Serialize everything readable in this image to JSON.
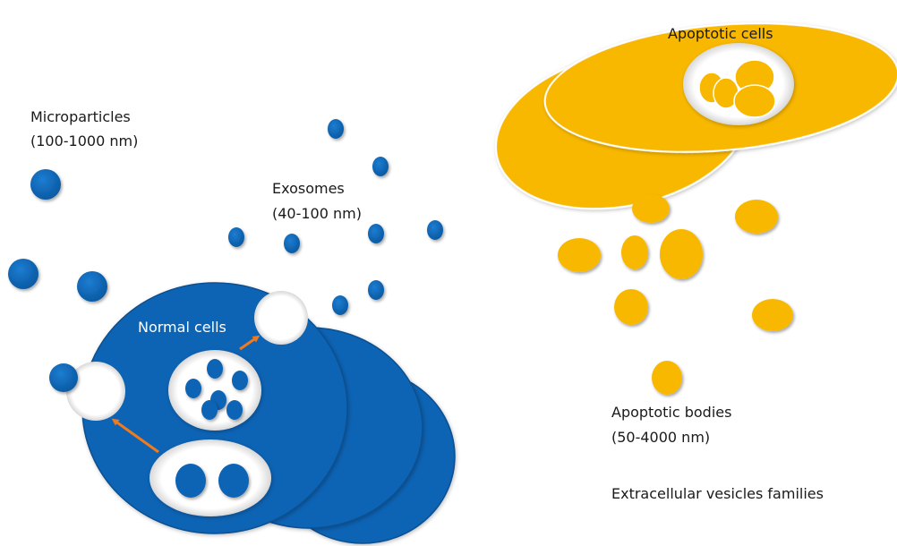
{
  "labels": {
    "microparticles_name": "Microparticles",
    "microparticles_size": "(100-1000 nm)",
    "exosomes_name": "Exosomes",
    "exosomes_size": "(40-100 nm)",
    "normal_cells": "Normal cells",
    "apoptotic_cells": "Apoptotic cells",
    "apoptotic_bodies_name": "Apoptotic bodies",
    "apoptotic_bodies_size": "(50-4000 nm)",
    "footer_title": "Extracellular vesicles families"
  },
  "colors": {
    "normal_cell_blue": "#0a63b4",
    "normal_cell_edge": "#08508f",
    "apoptotic_yellow": "#f9b800",
    "arrow_orange": "#f07a1e",
    "text_dark": "#1a1a1a",
    "text_light": "#ffffff"
  }
}
